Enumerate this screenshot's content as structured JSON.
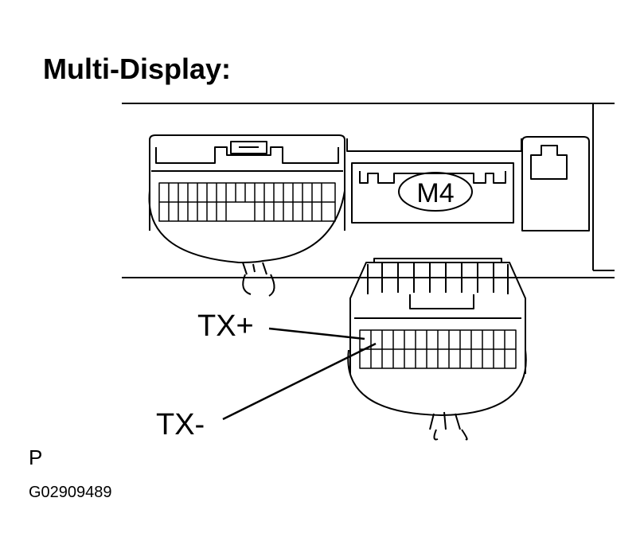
{
  "diagram": {
    "title": "Multi-Display:",
    "connector_label": "M4",
    "pin_labels": {
      "tx_plus": "TX+",
      "tx_minus": "TX-"
    },
    "view_marker": "P",
    "figure_code": "G02909489",
    "colors": {
      "line": "#000000",
      "background": "#ffffff"
    }
  }
}
